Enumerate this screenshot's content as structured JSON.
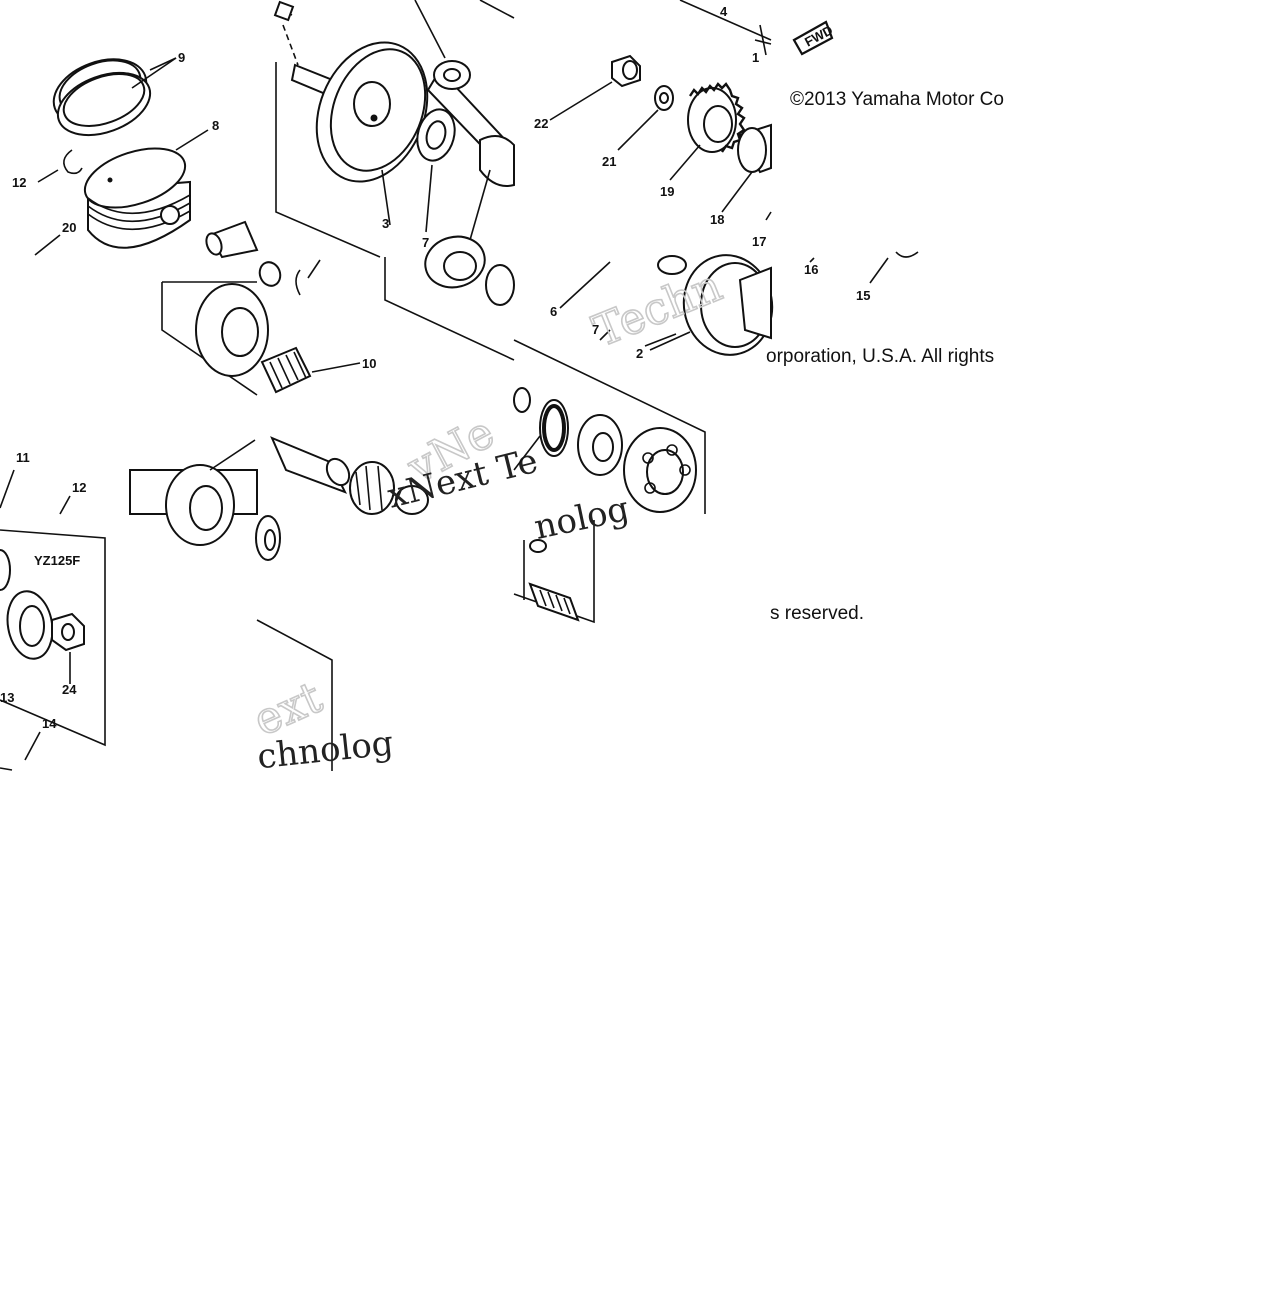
{
  "diagram": {
    "model_label": "YZ125F",
    "direction_marker": "FWD",
    "copyright_lines": [
      "©2013 Yamaha Motor Co",
      "orporation, U.S.A. All rights",
      "s reserved."
    ],
    "watermark_fragments": [
      "Techn",
      "vNe",
      "xNext Te",
      "nolog",
      "ext",
      "chnolog"
    ],
    "callouts": [
      {
        "id": "c9",
        "label": "9"
      },
      {
        "id": "c8",
        "label": "8"
      },
      {
        "id": "c12a",
        "label": "12"
      },
      {
        "id": "c20",
        "label": "20"
      },
      {
        "id": "c10",
        "label": "10"
      },
      {
        "id": "c11",
        "label": "11"
      },
      {
        "id": "c12b",
        "label": "12"
      },
      {
        "id": "c13",
        "label": "13"
      },
      {
        "id": "c14",
        "label": "14"
      },
      {
        "id": "c24",
        "label": "24"
      },
      {
        "id": "c3",
        "label": "3"
      },
      {
        "id": "c7a",
        "label": "7"
      },
      {
        "id": "c4",
        "label": "4"
      },
      {
        "id": "c1",
        "label": "1"
      },
      {
        "id": "c22",
        "label": "22"
      },
      {
        "id": "c21",
        "label": "21"
      },
      {
        "id": "c19",
        "label": "19"
      },
      {
        "id": "c18",
        "label": "18"
      },
      {
        "id": "c17",
        "label": "17"
      },
      {
        "id": "c16",
        "label": "16"
      },
      {
        "id": "c15",
        "label": "15"
      },
      {
        "id": "c6",
        "label": "6"
      },
      {
        "id": "c7b",
        "label": "7"
      },
      {
        "id": "c2",
        "label": "2"
      }
    ]
  }
}
